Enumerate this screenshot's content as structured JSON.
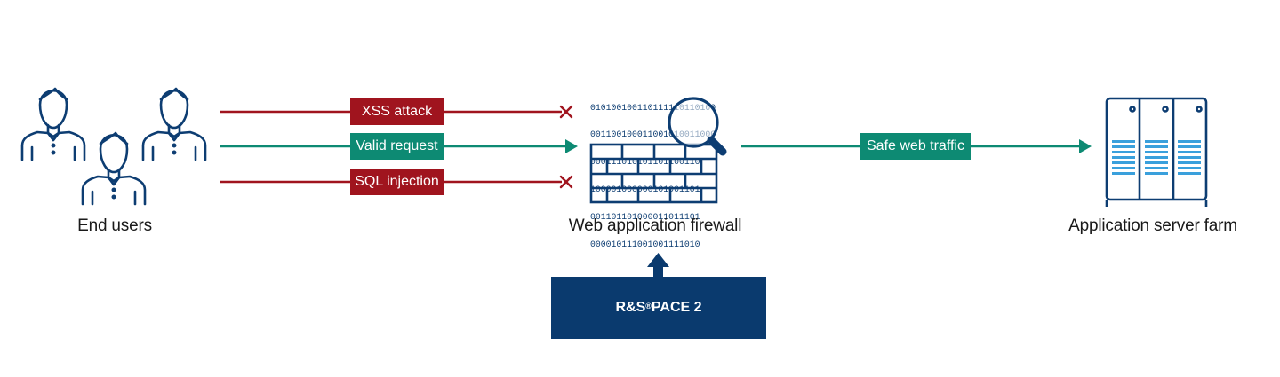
{
  "colors": {
    "navy": "#0d3d72",
    "red": "#a0141e",
    "teal": "#0d8a73",
    "light_blue": "#3aa0dc"
  },
  "nodes": {
    "end_users": {
      "label": "End users",
      "icon": "user-group-icon"
    },
    "firewall": {
      "label": "Web application firewall",
      "icon": "firewall-brick-wall-icon"
    },
    "server_farm": {
      "label": "Application server farm",
      "icon": "server-rack-icon"
    }
  },
  "flows": [
    {
      "label": "XSS attack",
      "status": "blocked",
      "color": "#a0141e"
    },
    {
      "label": "Valid request",
      "status": "allowed",
      "color": "#0d8a73"
    },
    {
      "label": "SQL injection",
      "status": "blocked",
      "color": "#a0141e"
    }
  ],
  "output_flow": {
    "label": "Safe web traffic",
    "color": "#0d8a73"
  },
  "engine": {
    "name": "R&S",
    "reg": "®",
    "product": "PACE 2"
  },
  "binary_lines": [
    "010100100110111110110100",
    "001100100011001010011000",
    "000111010101101100110",
    "100001000000101001101",
    "001101101000011011101",
    "000010111001001111010"
  ]
}
